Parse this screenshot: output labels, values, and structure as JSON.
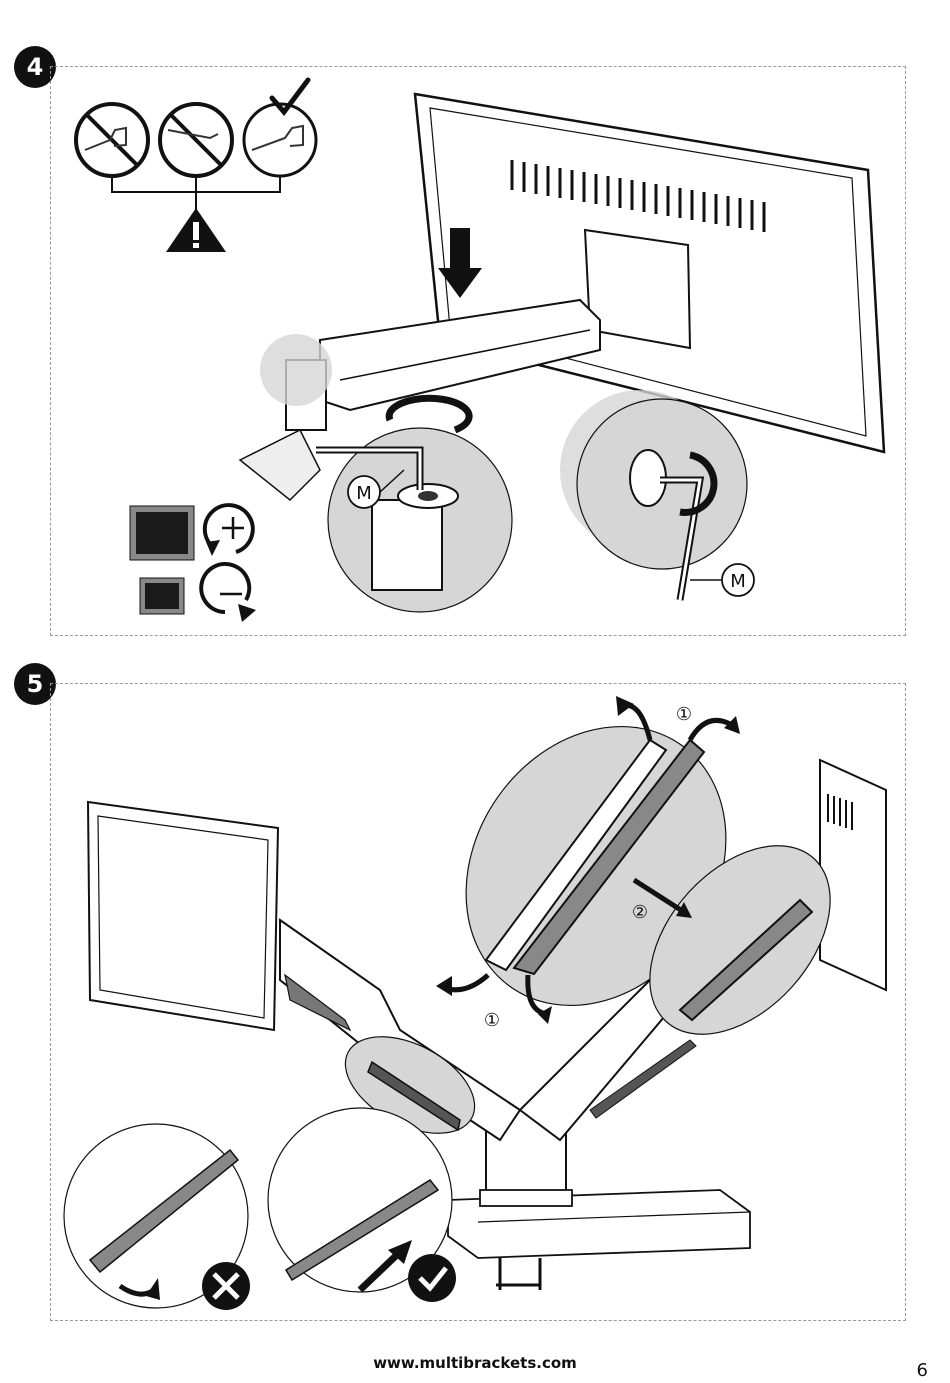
{
  "steps": [
    {
      "number": "4",
      "tool_label": "M",
      "tool_label_2": "M"
    },
    {
      "number": "5",
      "marker_1a": "①",
      "marker_1b": "①",
      "marker_2": "②"
    }
  ],
  "footer": {
    "url": "www.multibrackets.com",
    "page": "6"
  },
  "icons": {
    "warning": "warning-triangle-icon",
    "prohibited": "no-symbol-icon",
    "approved": "checkmark-icon",
    "increase": "plus-rotate-icon",
    "decrease": "minus-rotate-icon",
    "wrong": "cross-circle-icon",
    "right": "check-circle-icon"
  },
  "colors": {
    "ink": "#111111",
    "shade": "#d6d6d6",
    "dashed": "#9a9a9a"
  }
}
